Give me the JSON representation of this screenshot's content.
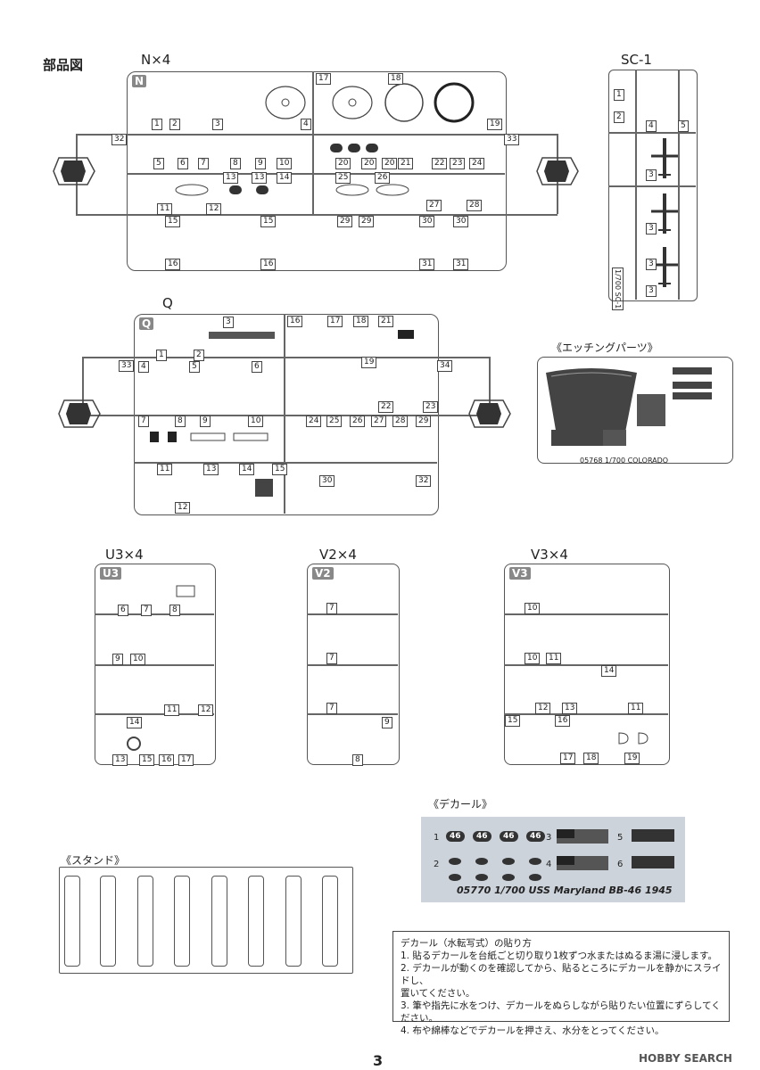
{
  "heading": "部品図",
  "sprues": {
    "N": {
      "title": "N×4",
      "tag": "N",
      "parts": [
        "1",
        "2",
        "3",
        "4",
        "5",
        "6",
        "7",
        "8",
        "9",
        "10",
        "11",
        "12",
        "13",
        "13",
        "14",
        "15",
        "15",
        "16",
        "16",
        "17",
        "18",
        "19",
        "20",
        "20",
        "20",
        "21",
        "22",
        "23",
        "24",
        "25",
        "26",
        "27",
        "28",
        "29",
        "29",
        "30",
        "30",
        "31",
        "31",
        "32",
        "33"
      ]
    },
    "SC": {
      "title": "SC-1",
      "parts": [
        "1",
        "2",
        "3",
        "4",
        "5",
        "3",
        "3",
        "3"
      ],
      "label": "1/700 SC-1"
    },
    "Q": {
      "title": "Q",
      "tag": "Q",
      "parts": [
        "1",
        "2",
        "3",
        "4",
        "5",
        "6",
        "7",
        "8",
        "9",
        "10",
        "11",
        "12",
        "13",
        "14",
        "15",
        "16",
        "17",
        "18",
        "19",
        "21",
        "22",
        "23",
        "24",
        "25",
        "26",
        "27",
        "28",
        "29",
        "30",
        "32",
        "33",
        "34"
      ]
    },
    "U3": {
      "title": "U3×4",
      "tag": "U3",
      "parts": [
        "6",
        "7",
        "8",
        "9",
        "10",
        "11",
        "12",
        "13",
        "14",
        "15",
        "16",
        "17"
      ]
    },
    "V2": {
      "title": "V2×4",
      "tag": "V2",
      "parts": [
        "7",
        "7",
        "7",
        "8",
        "9"
      ]
    },
    "V3": {
      "title": "V3×4",
      "tag": "V3",
      "parts": [
        "10",
        "10",
        "11",
        "12",
        "13",
        "14",
        "11",
        "15",
        "16",
        "17",
        "18",
        "19"
      ]
    }
  },
  "etching": {
    "title": "《エッチングパーツ》",
    "label": "05768 1/700 COLORADO"
  },
  "decal": {
    "title": "《デカール》",
    "caption": "05770 1/700 USS Maryland BB-46 1945",
    "nums": [
      "1",
      "2",
      "3",
      "4",
      "5",
      "6"
    ],
    "marking": "46"
  },
  "stand": {
    "title": "《スタンド》"
  },
  "instructions": {
    "title": "デカール（水転写式）の貼り方",
    "steps": [
      "1.  貼るデカールを台紙ごと切り取り1枚ずつ水またはぬるま湯に浸します。",
      "2.  デカールが動くのを確認してから、貼るところにデカールを静かにスライドし、",
      "     置いてください。",
      "3.  筆や指先に水をつけ、デカールをぬらしながら貼りたい位置にずらしてください。",
      "4.  布や綿棒などでデカールを押さえ、水分をとってください。"
    ]
  },
  "page_number": "3",
  "watermark": "HOBBY SEARCH"
}
